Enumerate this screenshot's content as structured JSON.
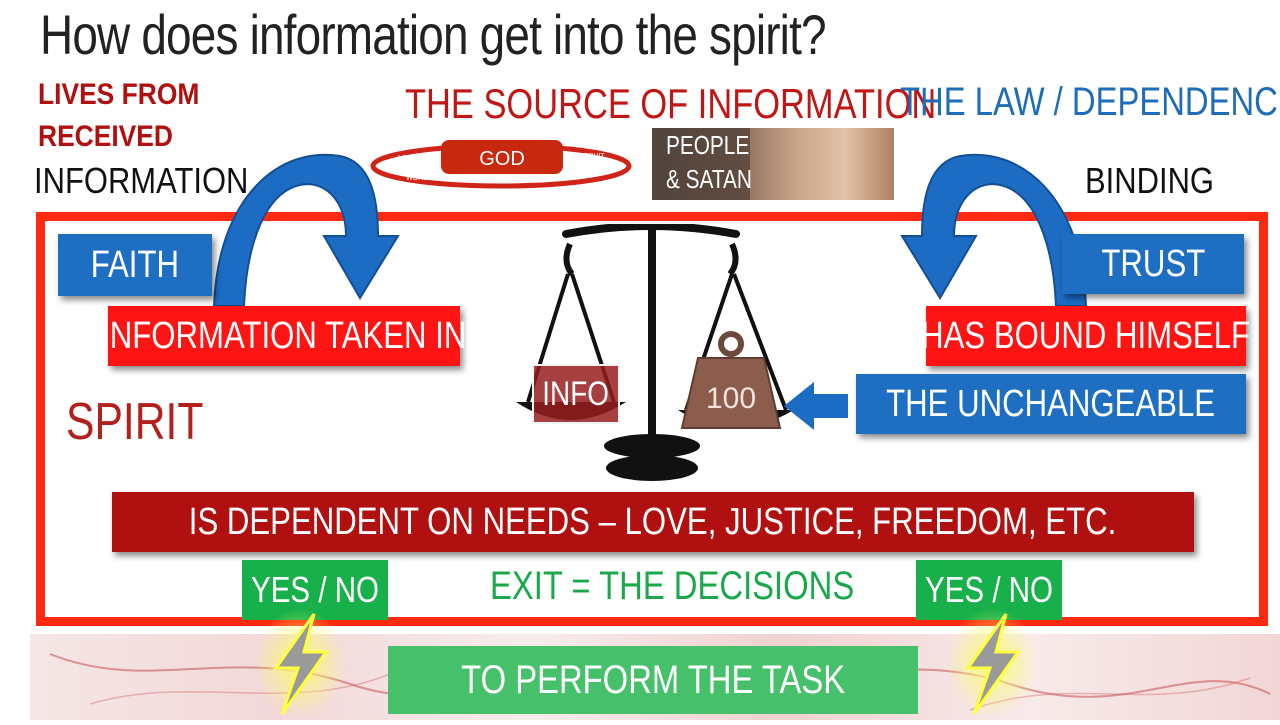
{
  "title": "How does information get into the spirit?",
  "left_header": {
    "line1": "LIVES FROM",
    "line2": "RECEIVED",
    "line3": "INFORMATION"
  },
  "source_heading": "THE SOURCE OF INFORMATION",
  "law_heading": "THE LAW / DEPENDENCE",
  "binding": "BINDING",
  "god_ring": {
    "center": "GOD",
    "left_tag": "LOVE",
    "right_tag": "FRUIT",
    "bottom_tag": "WORD OF GOD"
  },
  "people_box": {
    "line1": "PEOPLE",
    "line2": "& SATAN"
  },
  "faith": "FAITH",
  "info_taken": "INFORMATION TAKEN IN",
  "spirit": "SPIRIT",
  "scale": {
    "left_pan": "INFO",
    "weight": "100"
  },
  "trust": "TRUST",
  "has_bound": "HAS BOUND HIMSELF",
  "unchangeable": "THE UNCHANGEABLE",
  "dependent": "IS DEPENDENT ON NEEDS – LOVE, JUSTICE, FREEDOM, ETC.",
  "yes_no_left": "YES / NO",
  "exit": "EXIT = THE DECISIONS",
  "yes_no_right": "YES / NO",
  "perform": "TO PERFORM THE TASK",
  "colors": {
    "frame": "#ff2a10",
    "blue": "#1e6ec2",
    "red": "#ff1414",
    "dark_red": "#b0100f",
    "green": "#17b04a"
  },
  "icons": [
    "curved-arrow-icon",
    "scale-icon",
    "weight-icon",
    "lightning-icon",
    "arrow-left-icon"
  ]
}
